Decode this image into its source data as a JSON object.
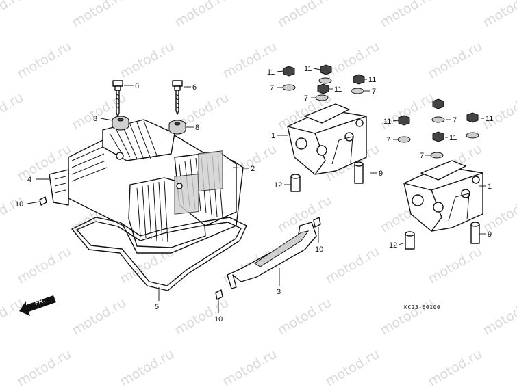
{
  "watermark_text": "motod.ru",
  "diagram_code": "KC23-E0100",
  "direction_label": "FR.",
  "callouts": [
    {
      "id": "c6a",
      "text": "6"
    },
    {
      "id": "c6b",
      "text": "6"
    },
    {
      "id": "c8a",
      "text": "8"
    },
    {
      "id": "c8b",
      "text": "8"
    },
    {
      "id": "c2",
      "text": "2"
    },
    {
      "id": "c4",
      "text": "4"
    },
    {
      "id": "c10a",
      "text": "10"
    },
    {
      "id": "c5",
      "text": "5"
    },
    {
      "id": "c3",
      "text": "3"
    },
    {
      "id": "c10b",
      "text": "10"
    },
    {
      "id": "c10c",
      "text": "10"
    },
    {
      "id": "c11a",
      "text": "11"
    },
    {
      "id": "c11b",
      "text": "11"
    },
    {
      "id": "c11c",
      "text": "11"
    },
    {
      "id": "c11d",
      "text": "11"
    },
    {
      "id": "c7a",
      "text": "7"
    },
    {
      "id": "c7b",
      "text": "7"
    },
    {
      "id": "c7c",
      "text": "7"
    },
    {
      "id": "c1a",
      "text": "1"
    },
    {
      "id": "c12a",
      "text": "12"
    },
    {
      "id": "c9a",
      "text": "9"
    },
    {
      "id": "c11e",
      "text": "11"
    },
    {
      "id": "c11f",
      "text": "11"
    },
    {
      "id": "c11g",
      "text": "11"
    },
    {
      "id": "c7d",
      "text": "7"
    },
    {
      "id": "c7e",
      "text": "7"
    },
    {
      "id": "c7f",
      "text": "7"
    },
    {
      "id": "c1b",
      "text": "1"
    },
    {
      "id": "c12b",
      "text": "12"
    },
    {
      "id": "c9b",
      "text": "9"
    }
  ]
}
